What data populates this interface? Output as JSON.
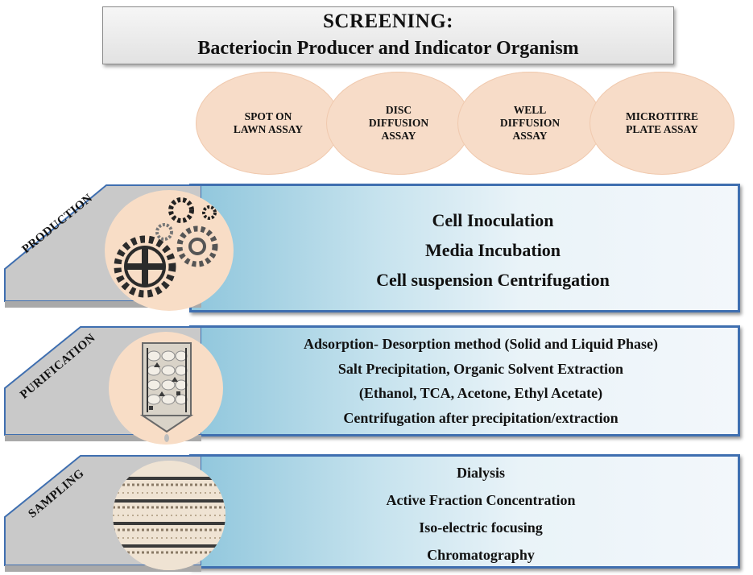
{
  "screening": {
    "title": "SCREENING:",
    "subtitle": "Bacteriocin Producer and Indicator Organism",
    "assays": [
      "SPOT ON\nLAWN ASSAY",
      "DISC\nDIFFUSION\nASSAY",
      "WELL\nDIFFUSION\nASSAY",
      "MICROTITRE\nPLATE ASSAY"
    ]
  },
  "production": {
    "label": "PRODUCTION",
    "icon": "gears-icon",
    "lines": [
      "Cell Inoculation",
      "Media Incubation",
      "Cell suspension Centrifugation"
    ]
  },
  "purification": {
    "label": "PURIFICATION",
    "icon": "column-icon",
    "lines": [
      "Adsorption- Desorption method (Solid and Liquid Phase)",
      "Salt  Precipitation, Organic Solvent Extraction",
      "(Ethanol, TCA, Acetone, Ethyl Acetate)",
      "Centrifugation after precipitation/extraction"
    ]
  },
  "sampling": {
    "label": "SAMPLING",
    "icon": "membrane-icon",
    "lines": [
      "Dialysis",
      "Active Fraction Concentration",
      "Iso-electric focusing",
      "Chromatography"
    ]
  },
  "colors": {
    "band_border": "#3f6fb0",
    "band_fill": "#8fc6dc",
    "ellipse_fill": "#f7dcc8",
    "tab_fill": "#c9c9c9"
  }
}
